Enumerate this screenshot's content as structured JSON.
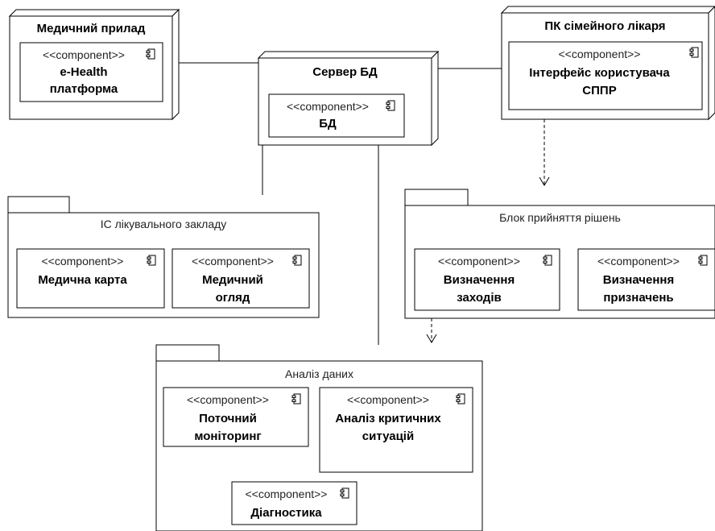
{
  "nodes": {
    "medical_device": {
      "title": "Медичний прилад"
    },
    "db_server": {
      "title": "Сервер БД"
    },
    "doctor_pc": {
      "title": "ПК сімейного лікаря"
    }
  },
  "packages": {
    "hospital_is": {
      "title": "ІС лікувального закладу"
    },
    "decision_block": {
      "title": "Блок прийняття рішень"
    },
    "data_analysis": {
      "title": "Аналіз даних"
    }
  },
  "components": {
    "stereotype": "<<component>>",
    "ehealth": {
      "line1": "e-Health",
      "line2": "платформа"
    },
    "db": {
      "line1": "БД"
    },
    "ui_sppr": {
      "line1": "Інтерфейс користувача",
      "line2": "СППР"
    },
    "med_card": {
      "line1": "Медична карта"
    },
    "med_exam": {
      "line1": "Медичний",
      "line2": "огляд"
    },
    "measures": {
      "line1": "Визначення",
      "line2": "заходів"
    },
    "prescriptions": {
      "line1": "Визначення",
      "line2": "призначень"
    },
    "monitoring": {
      "line1": "Поточний",
      "line2": "моніторинг"
    },
    "critical": {
      "line1": "Аналіз критичних",
      "line2": "ситуацій"
    },
    "diagnostics": {
      "line1": "Діагностика"
    }
  }
}
